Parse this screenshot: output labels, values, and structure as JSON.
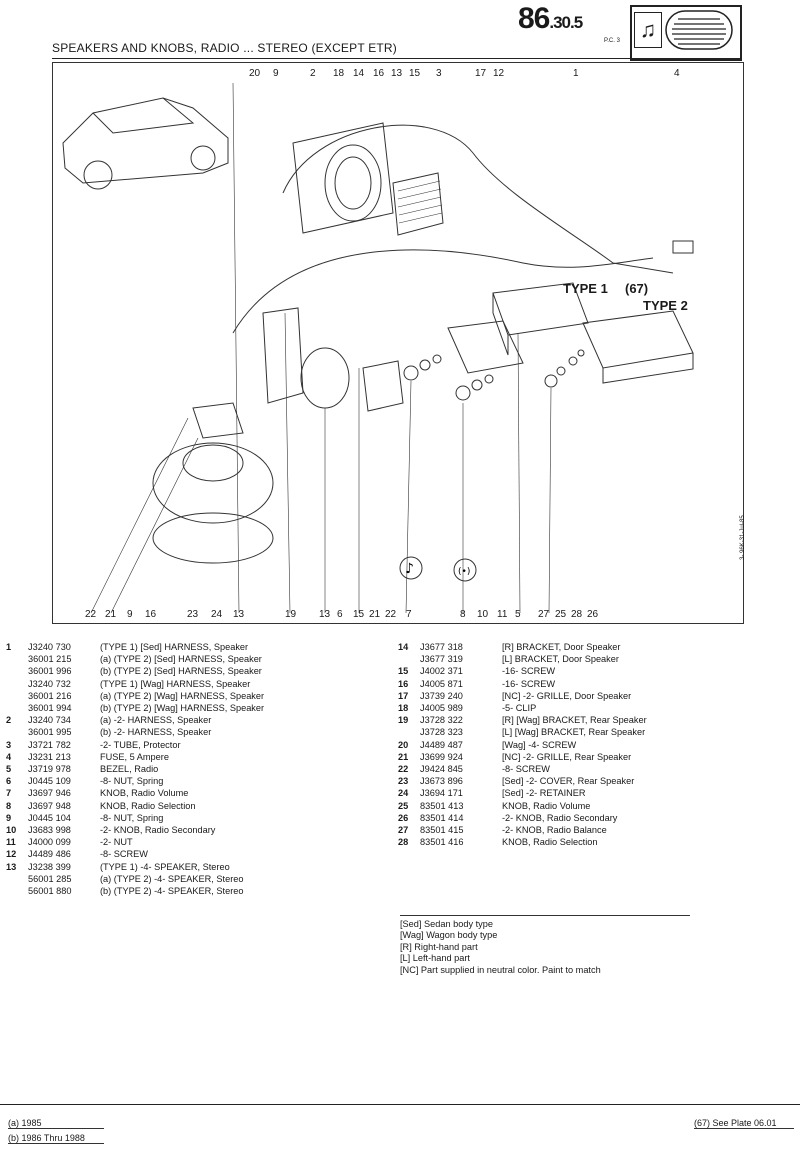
{
  "header": {
    "plate_main": "86",
    "plate_sub": ".30.5",
    "pc": "P.C. 3",
    "note_icon": "music-note-icon",
    "grille_icon": "speaker-grille-icon"
  },
  "title": "SPEAKERS AND KNOBS, RADIO ... STEREO (EXCEPT ETR)",
  "illustration": {
    "top_callouts": [
      "20",
      "9",
      "2",
      "18",
      "14",
      "16",
      "13",
      "15",
      "3",
      "17",
      "12",
      "1",
      "4"
    ],
    "bottom_callouts": [
      "22",
      "21",
      "9",
      "16",
      "23",
      "24",
      "13",
      "19",
      "13",
      "6",
      "15",
      "21",
      "22",
      "7",
      "8",
      "10",
      "11",
      "5",
      "27",
      "25",
      "28",
      "26"
    ],
    "type1_label": "TYPE 1",
    "type1_ref": "(67)",
    "type2_label": "TYPE 2",
    "side_code": "3- 96K-31-Jul-85"
  },
  "parts_left": [
    {
      "no": "1",
      "pn": "J3240 730",
      "desc": "(TYPE 1) [Sed]  HARNESS, Speaker"
    },
    {
      "no": "",
      "pn": "36001 215",
      "desc": "(a) (TYPE 2) [Sed]  HARNESS, Speaker"
    },
    {
      "no": "",
      "pn": "36001 996",
      "desc": "(b) (TYPE 2) [Sed]  HARNESS, Speaker"
    },
    {
      "no": "",
      "pn": "J3240 732",
      "desc": "(TYPE 1) [Wag]  HARNESS, Speaker"
    },
    {
      "no": "",
      "pn": "36001 216",
      "desc": "(a) (TYPE 2) [Wag]  HARNESS, Speaker"
    },
    {
      "no": "",
      "pn": "36001 994",
      "desc": "(b) (TYPE 2) [Wag]  HARNESS, Speaker"
    },
    {
      "no": "2",
      "pn": "J3240 734",
      "desc": "(a)  -2- HARNESS, Speaker"
    },
    {
      "no": "",
      "pn": "36001 995",
      "desc": "(b)  -2- HARNESS, Speaker"
    },
    {
      "no": "3",
      "pn": "J3721 782",
      "desc": "-2- TUBE, Protector"
    },
    {
      "no": "4",
      "pn": "J3231 213",
      "desc": "FUSE, 5 Ampere"
    },
    {
      "no": "5",
      "pn": "J3719 978",
      "desc": "BEZEL, Radio"
    },
    {
      "no": "6",
      "pn": "J0445 109",
      "desc": "-8- NUT, Spring"
    },
    {
      "no": "7",
      "pn": "J3697 946",
      "desc": "KNOB, Radio Volume"
    },
    {
      "no": "8",
      "pn": "J3697 948",
      "desc": "KNOB, Radio Selection"
    },
    {
      "no": "9",
      "pn": "J0445 104",
      "desc": "-8- NUT, Spring"
    },
    {
      "no": "10",
      "pn": "J3683 998",
      "desc": "-2- KNOB, Radio Secondary"
    },
    {
      "no": "11",
      "pn": "J4000 099",
      "desc": "-2- NUT"
    },
    {
      "no": "12",
      "pn": "J4489 486",
      "desc": "-8- SCREW"
    },
    {
      "no": "13",
      "pn": "J3238 399",
      "desc": "(TYPE 1)  -4- SPEAKER, Stereo"
    },
    {
      "no": "",
      "pn": "56001 285",
      "desc": "(a) (TYPE 2)  -4- SPEAKER, Stereo"
    },
    {
      "no": "",
      "pn": "56001 880",
      "desc": "(b) (TYPE 2)  -4- SPEAKER, Stereo"
    }
  ],
  "parts_right": [
    {
      "no": "14",
      "pn": "J3677 318",
      "desc": "[R]  BRACKET, Door Speaker"
    },
    {
      "no": "",
      "pn": "J3677 319",
      "desc": "[L]  BRACKET, Door Speaker"
    },
    {
      "no": "15",
      "pn": "J4002 371",
      "desc": "-16- SCREW"
    },
    {
      "no": "16",
      "pn": "J4005 871",
      "desc": "-16- SCREW"
    },
    {
      "no": "17",
      "pn": "J3739 240",
      "desc": "[NC]  -2- GRILLE, Door Speaker"
    },
    {
      "no": "18",
      "pn": "J4005 989",
      "desc": "-5- CLIP"
    },
    {
      "no": "19",
      "pn": "J3728 322",
      "desc": "[R] [Wag]  BRACKET, Rear Speaker"
    },
    {
      "no": "",
      "pn": "J3728 323",
      "desc": "[L] [Wag]  BRACKET, Rear Speaker"
    },
    {
      "no": "20",
      "pn": "J4489 487",
      "desc": "[Wag]  -4- SCREW"
    },
    {
      "no": "21",
      "pn": "J3699 924",
      "desc": "[NC]  -2- GRILLE, Rear Speaker"
    },
    {
      "no": "22",
      "pn": "J9424 845",
      "desc": "-8- SCREW"
    },
    {
      "no": "23",
      "pn": "J3673 896",
      "desc": "[Sed]  -2- COVER, Rear Speaker"
    },
    {
      "no": "24",
      "pn": "J3694 171",
      "desc": "[Sed]  -2- RETAINER"
    },
    {
      "no": "25",
      "pn": "83501 413",
      "desc": "KNOB, Radio Volume"
    },
    {
      "no": "26",
      "pn": "83501 414",
      "desc": "-2- KNOB, Radio Secondary"
    },
    {
      "no": "27",
      "pn": "83501 415",
      "desc": "-2- KNOB, Radio Balance"
    },
    {
      "no": "28",
      "pn": "83501 416",
      "desc": "KNOB, Radio Selection"
    }
  ],
  "legend": [
    "[Sed] Sedan body type",
    "[Wag] Wagon body type",
    "[R] Right-hand part",
    "[L] Left-hand part",
    "[NC] Part supplied in neutral color. Paint to match"
  ],
  "footer": {
    "note_a": "(a) 1985",
    "note_b": "(b) 1986 Thru 1988",
    "see_plate": "(67) See Plate 06.01"
  }
}
